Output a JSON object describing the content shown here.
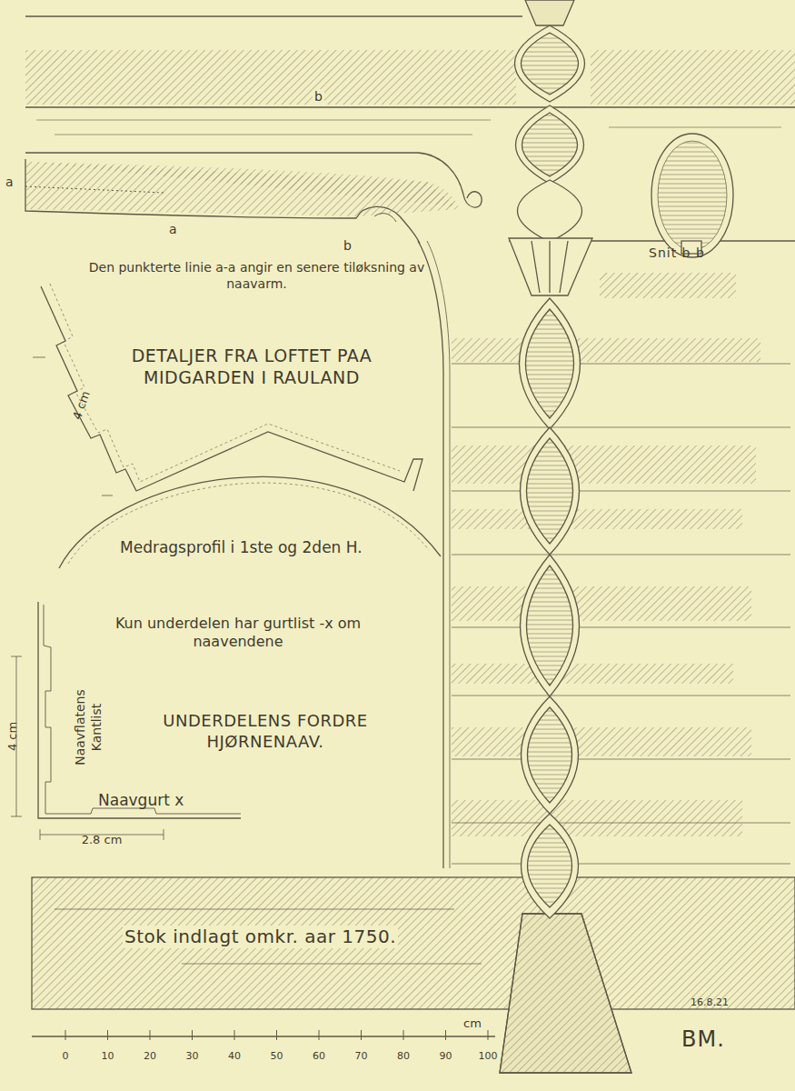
{
  "diagram": {
    "title": "DETALJER FRA LOFTET PAA MIDGARDEN I RAULAND",
    "labels": [
      "a",
      "b",
      "a",
      "b",
      "Snit b b",
      "Den punkterte linie a-a angir en senere tiløksning av naavarm.",
      "4 cm",
      "Medragsprofil i 1ste og 2den H.",
      "Kun underdelen har gurtlist -x om naavendene",
      "Naavflatens Kantlist",
      "UNDERDELENS FORDRE HJØRNENAAV.",
      "Naavgurt x",
      "4 cm",
      "2.8 cm",
      "Stok indlagt omkr. aar 1750.",
      "0",
      "10",
      "20",
      "30",
      "40",
      "50",
      "60",
      "70",
      "80",
      "90",
      "100",
      "cm",
      "16.8.21",
      "BM."
    ]
  }
}
